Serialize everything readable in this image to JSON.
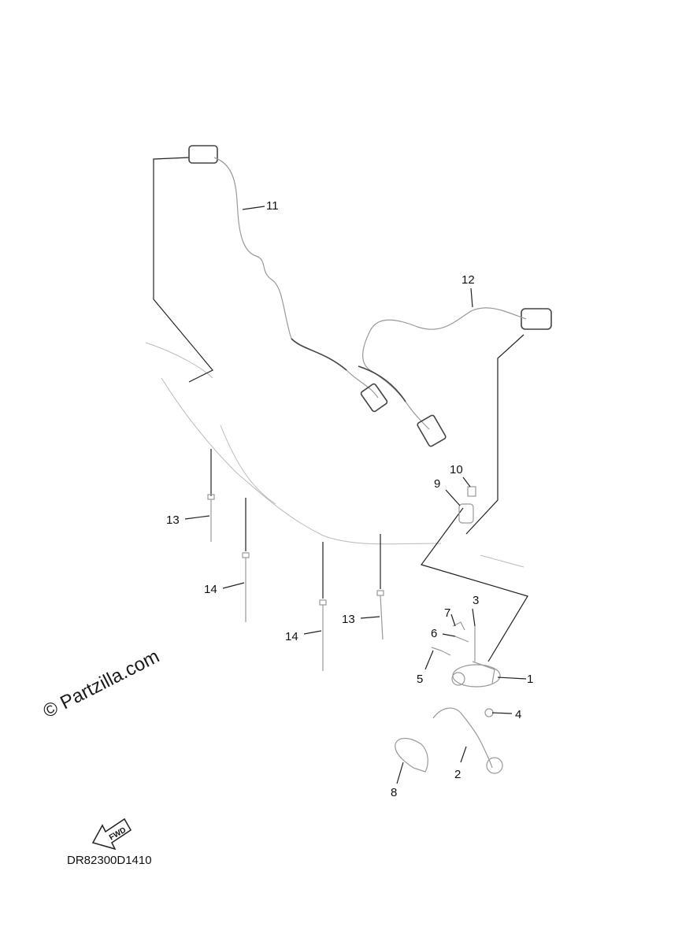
{
  "diagram": {
    "callouts": {
      "c1": "1",
      "c2": "2",
      "c3": "3",
      "c4": "4",
      "c5": "5",
      "c6": "6",
      "c7": "7",
      "c8": "8",
      "c9": "9",
      "c10": "10",
      "c11": "11",
      "c12": "12",
      "c13a": "13",
      "c13b": "13",
      "c14a": "14",
      "c14b": "14"
    },
    "watermark": "© Partzilla.com",
    "fwd_label": "FWD",
    "diagram_code": "DR82300D1410"
  }
}
